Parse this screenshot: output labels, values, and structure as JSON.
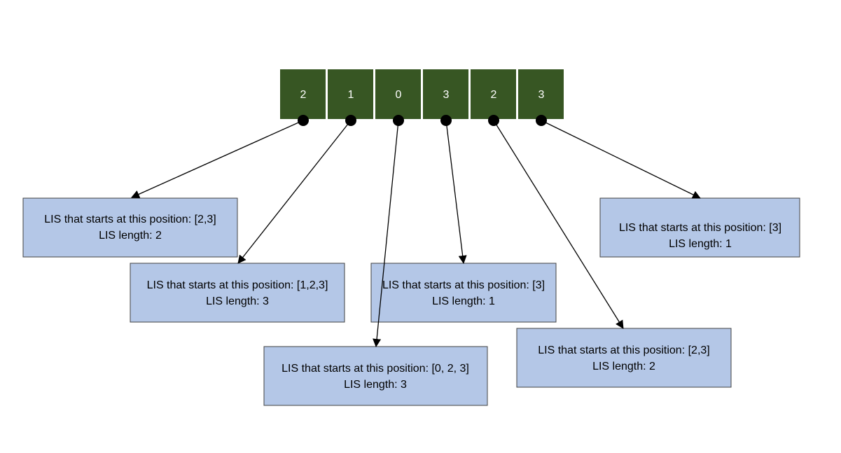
{
  "array": {
    "values": [
      "2",
      "1",
      "0",
      "3",
      "2",
      "3"
    ]
  },
  "boxes": [
    {
      "line1": "LIS that starts at this position: [2,3]",
      "line2": "LIS length: 2"
    },
    {
      "line1": "LIS that starts at this position: [1,2,3]",
      "line2": "LIS length: 3"
    },
    {
      "line1": "LIS that starts at this position: [0, 2, 3]",
      "line2": "LIS length: 3"
    },
    {
      "line1": "LIS that starts at this position: [3]",
      "line2": "LIS length: 1"
    },
    {
      "line1": "LIS that starts at this position: [2,3]",
      "line2": "LIS length: 2"
    },
    {
      "line1": "LIS that starts at this position: [3]",
      "line2": "LIS length: 1"
    }
  ],
  "colors": {
    "cell_fill": "#375623",
    "box_fill": "#b4c7e7",
    "box_stroke": "#404040",
    "connector": "#000000"
  }
}
